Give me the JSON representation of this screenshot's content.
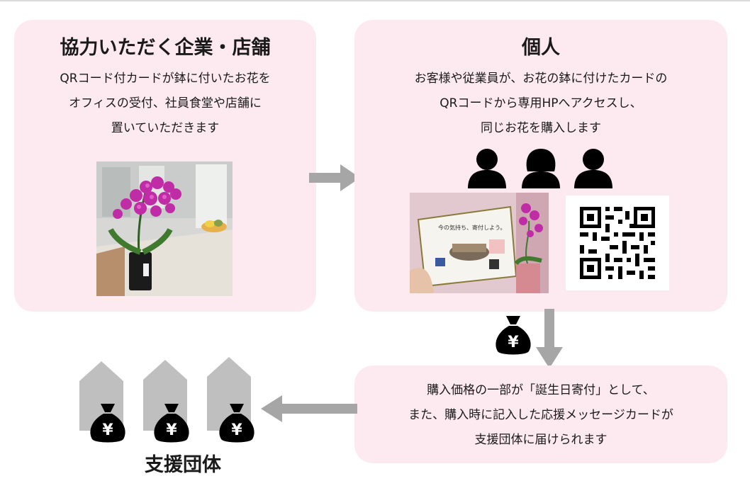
{
  "panels": {
    "companies": {
      "title": "協力いただく企業・店舗",
      "lines": [
        "QRコード付カードが鉢に付いたお花を",
        "オフィスの受付、社員食堂や店舗に",
        "置いていただきます"
      ]
    },
    "individuals": {
      "title": "個人",
      "lines": [
        "お客様や従業員が、お花の鉢に付けたカードの",
        "QRコードから専用HPへアクセスし、",
        "同じお花を購入します"
      ]
    },
    "donation": {
      "lines": [
        "購入価格の一部が「誕生日寄付」として、",
        "また、購入時に記入した応援メッセージカードが",
        "支援団体に届けられます"
      ]
    }
  },
  "support_orgs_label": "支援団体",
  "card_photo_text": "今の気持ち、寄付しよう。",
  "money_symbol": "¥",
  "icons": [
    "person-icon",
    "money-bag-icon",
    "house-icon",
    "arrow-right-icon",
    "arrow-down-icon",
    "arrow-left-icon",
    "qr-code-icon"
  ],
  "colors": {
    "panel": "#fdeaf1",
    "arrow": "#a6a6a6",
    "house": "#bfbfbf",
    "icon": "#000000"
  }
}
